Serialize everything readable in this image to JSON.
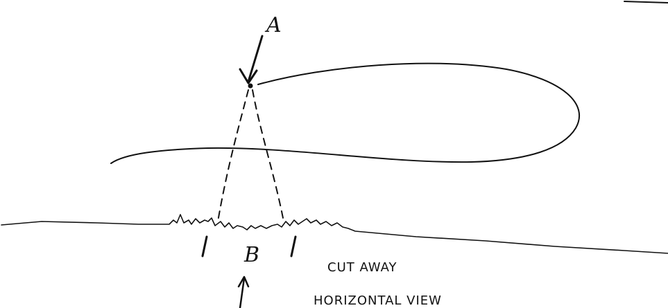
{
  "labels": {
    "point_a": "A",
    "point_b": "B",
    "note_line1": "CUT AWAY",
    "note_line2": "HORIZONTAL VIEW"
  },
  "colors": {
    "ink": "#111111",
    "paper": "#ffffff"
  }
}
